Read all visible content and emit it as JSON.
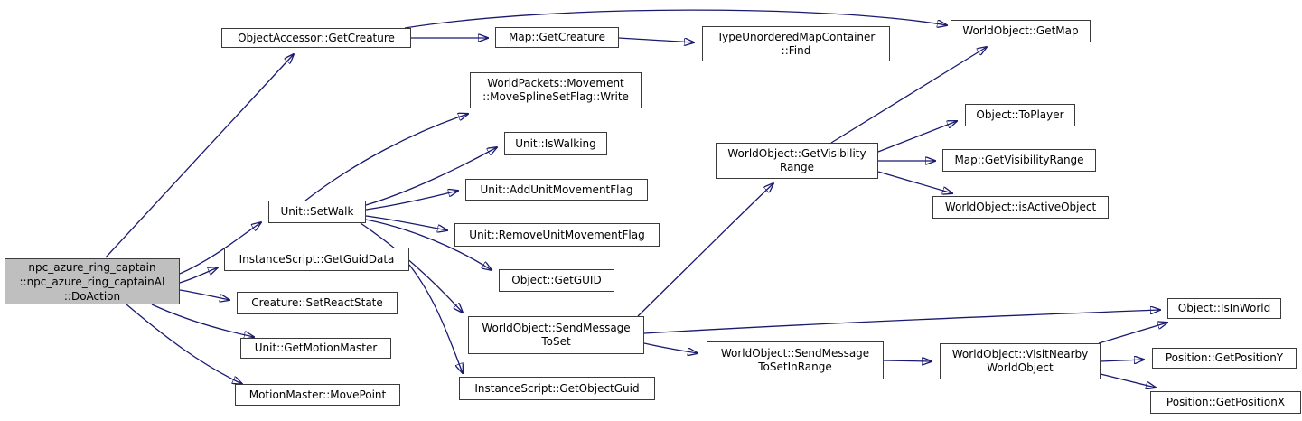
{
  "diagram": {
    "type": "call-graph",
    "direction": "left-to-right",
    "colors": {
      "edge": "#191970",
      "node_fill": "#ffffff",
      "node_border": "#3a3a3a",
      "root_fill": "#bfbfbf",
      "text": "#000000",
      "background": "#ffffff"
    },
    "nodes": {
      "root": {
        "label": "npc_azure_ring_captain\n::npc_azure_ring_captainAI\n::DoAction"
      },
      "objectaccessor_getcreature": {
        "label": "ObjectAccessor::GetCreature"
      },
      "map_getcreature": {
        "label": "Map::GetCreature"
      },
      "typeunorderedmapcontainer_find": {
        "label": "TypeUnorderedMapContainer\n::Find"
      },
      "worldobject_getmap": {
        "label": "WorldObject::GetMap"
      },
      "worldpackets_movesplinesetflag_write": {
        "label": "WorldPackets::Movement\n::MoveSplineSetFlag::Write"
      },
      "unit_iswalking": {
        "label": "Unit::IsWalking"
      },
      "unit_addunitmovementflag": {
        "label": "Unit::AddUnitMovementFlag"
      },
      "unit_removeunitmovementflag": {
        "label": "Unit::RemoveUnitMovementFlag"
      },
      "object_getguid": {
        "label": "Object::GetGUID"
      },
      "unit_setwalk": {
        "label": "Unit::SetWalk"
      },
      "instancescript_getguiddata": {
        "label": "InstanceScript::GetGuidData"
      },
      "creature_setreactstate": {
        "label": "Creature::SetReactState"
      },
      "unit_getmotionmaster": {
        "label": "Unit::GetMotionMaster"
      },
      "motionmaster_movepoint": {
        "label": "MotionMaster::MovePoint"
      },
      "worldobject_sendmessagetoset": {
        "label": "WorldObject::SendMessage\nToSet"
      },
      "instancescript_getobjectguid": {
        "label": "InstanceScript::GetObjectGuid"
      },
      "worldobject_getvisibilityrange": {
        "label": "WorldObject::GetVisibility\nRange"
      },
      "object_toplayer": {
        "label": "Object::ToPlayer"
      },
      "map_getvisibilityrange": {
        "label": "Map::GetVisibilityRange"
      },
      "worldobject_isactiveobject": {
        "label": "WorldObject::isActiveObject"
      },
      "worldobject_sendmessagetosetinrange": {
        "label": "WorldObject::SendMessage\nToSetInRange"
      },
      "worldobject_visitnearbyworldobject": {
        "label": "WorldObject::VisitNearby\nWorldObject"
      },
      "object_isinworld": {
        "label": "Object::IsInWorld"
      },
      "position_getpositiony": {
        "label": "Position::GetPositionY"
      },
      "position_getpositionx": {
        "label": "Position::GetPositionX"
      }
    },
    "edges": [
      {
        "from": "root",
        "to": "objectaccessor_getcreature"
      },
      {
        "from": "root",
        "to": "unit_setwalk"
      },
      {
        "from": "root",
        "to": "instancescript_getguiddata"
      },
      {
        "from": "root",
        "to": "creature_setreactstate"
      },
      {
        "from": "root",
        "to": "unit_getmotionmaster"
      },
      {
        "from": "root",
        "to": "motionmaster_movepoint"
      },
      {
        "from": "objectaccessor_getcreature",
        "to": "map_getcreature"
      },
      {
        "from": "objectaccessor_getcreature",
        "to": "worldobject_getmap"
      },
      {
        "from": "map_getcreature",
        "to": "typeunorderedmapcontainer_find"
      },
      {
        "from": "unit_setwalk",
        "to": "worldpackets_movesplinesetflag_write"
      },
      {
        "from": "unit_setwalk",
        "to": "unit_iswalking"
      },
      {
        "from": "unit_setwalk",
        "to": "unit_addunitmovementflag"
      },
      {
        "from": "unit_setwalk",
        "to": "unit_removeunitmovementflag"
      },
      {
        "from": "unit_setwalk",
        "to": "object_getguid"
      },
      {
        "from": "unit_setwalk",
        "to": "worldobject_sendmessagetoset"
      },
      {
        "from": "instancescript_getguiddata",
        "to": "instancescript_getobjectguid"
      },
      {
        "from": "worldobject_sendmessagetoset",
        "to": "worldobject_getvisibilityrange"
      },
      {
        "from": "worldobject_sendmessagetoset",
        "to": "object_isinworld"
      },
      {
        "from": "worldobject_sendmessagetoset",
        "to": "worldobject_sendmessagetosetinrange"
      },
      {
        "from": "worldobject_getvisibilityrange",
        "to": "worldobject_getmap"
      },
      {
        "from": "worldobject_getvisibilityrange",
        "to": "object_toplayer"
      },
      {
        "from": "worldobject_getvisibilityrange",
        "to": "map_getvisibilityrange"
      },
      {
        "from": "worldobject_getvisibilityrange",
        "to": "worldobject_isactiveobject"
      },
      {
        "from": "worldobject_sendmessagetosetinrange",
        "to": "worldobject_visitnearbyworldobject"
      },
      {
        "from": "worldobject_visitnearbyworldobject",
        "to": "object_isinworld"
      },
      {
        "from": "worldobject_visitnearbyworldobject",
        "to": "position_getpositiony"
      },
      {
        "from": "worldobject_visitnearbyworldobject",
        "to": "position_getpositionx"
      }
    ]
  }
}
